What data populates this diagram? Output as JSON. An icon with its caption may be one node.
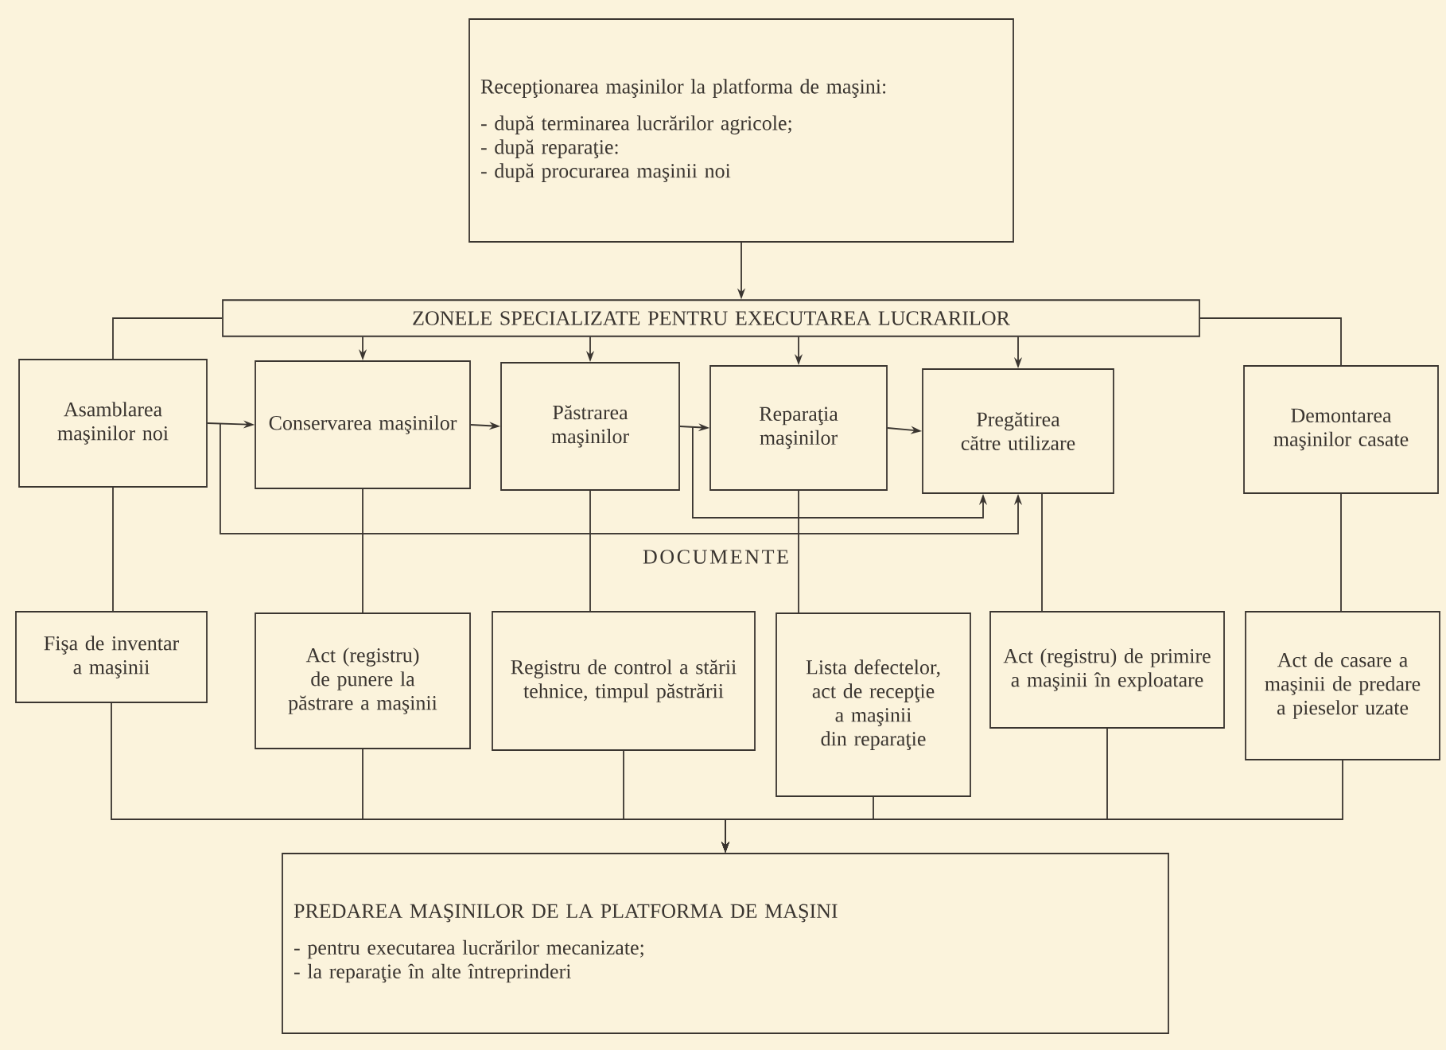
{
  "diagram": {
    "nodes": [
      {
        "text": [
          "Recepţionarea maşinilor la platforma de maşini:",
          "- după terminarea lucrărilor agricole;",
          "- după reparaţie:",
          "- după procurarea maşinii noi"
        ]
      },
      {
        "text": [
          "ZONELE SPECIALIZATE PENTRU EXECUTAREA LUCRARILOR"
        ]
      },
      {
        "text": [
          "Asamblarea maşinilor noi"
        ]
      },
      {
        "text": [
          "Conservarea maşinilor"
        ]
      },
      {
        "text": [
          "Păstrarea maşinilor"
        ]
      },
      {
        "text": [
          "Reparaţia maşinilor"
        ]
      },
      {
        "text": [
          "Pregătirea către utilizare"
        ]
      },
      {
        "text": [
          "Demontarea maşinilor casate"
        ]
      },
      {
        "text": [
          "Fişa de inventar a maşinii"
        ]
      },
      {
        "text": [
          "Act (registru) de punere la păstrare a maşinii"
        ]
      },
      {
        "text": [
          "Registru de control a stării tehnice, timpul păstrării"
        ]
      },
      {
        "text": [
          "Lista defectelor, act de recepţie a maşinii din reparaţie"
        ]
      },
      {
        "text": [
          "Act (registru) de primire a maşinii în exploatare"
        ]
      },
      {
        "text": [
          "Act de casare a maşinii de predare a pieselor uzate"
        ]
      },
      {
        "text": [
          "PREDAREA MAŞINILOR DE LA PLATFORMA DE MAŞINI",
          "- pentru executarea lucrărilor mecanizate;",
          "- la reparaţie în alte întreprinderi"
        ]
      }
    ],
    "edges": [
      {
        "from": 0,
        "to": 1,
        "arrow": "to"
      },
      {
        "from": 1,
        "to": 2,
        "arrow": "none"
      },
      {
        "from": 1,
        "to": 3,
        "arrow": "to"
      },
      {
        "from": 1,
        "to": 4,
        "arrow": "to"
      },
      {
        "from": 1,
        "to": 5,
        "arrow": "to"
      },
      {
        "from": 1,
        "to": 6,
        "arrow": "to"
      },
      {
        "from": 1,
        "to": 7,
        "arrow": "none"
      },
      {
        "from": 2,
        "to": 3,
        "arrow": "to"
      },
      {
        "from": 3,
        "to": 4,
        "arrow": "to"
      },
      {
        "from": 4,
        "to": 5,
        "arrow": "to"
      },
      {
        "from": 5,
        "to": 6,
        "arrow": "to"
      },
      {
        "from": 2,
        "to": 6,
        "arrow": "to"
      },
      {
        "from": 4,
        "to": 6,
        "arrow": "to"
      },
      {
        "from": 2,
        "to": 8,
        "arrow": "none"
      },
      {
        "from": 3,
        "to": 9,
        "arrow": "none"
      },
      {
        "from": 4,
        "to": 10,
        "arrow": "none"
      },
      {
        "from": 5,
        "to": 11,
        "arrow": "none"
      },
      {
        "from": 6,
        "to": 12,
        "arrow": "none"
      },
      {
        "from": 7,
        "to": 13,
        "arrow": "none"
      },
      {
        "from": 8,
        "to": 14,
        "arrow": "to"
      },
      {
        "from": 9,
        "to": 14,
        "arrow": "to"
      },
      {
        "from": 10,
        "to": 14,
        "arrow": "to"
      },
      {
        "from": 11,
        "to": 14,
        "arrow": "to"
      },
      {
        "from": 12,
        "to": 14,
        "arrow": "to"
      },
      {
        "from": 13,
        "to": 14,
        "arrow": "to"
      }
    ],
    "labels": [
      "DOCUMENTE"
    ]
  }
}
